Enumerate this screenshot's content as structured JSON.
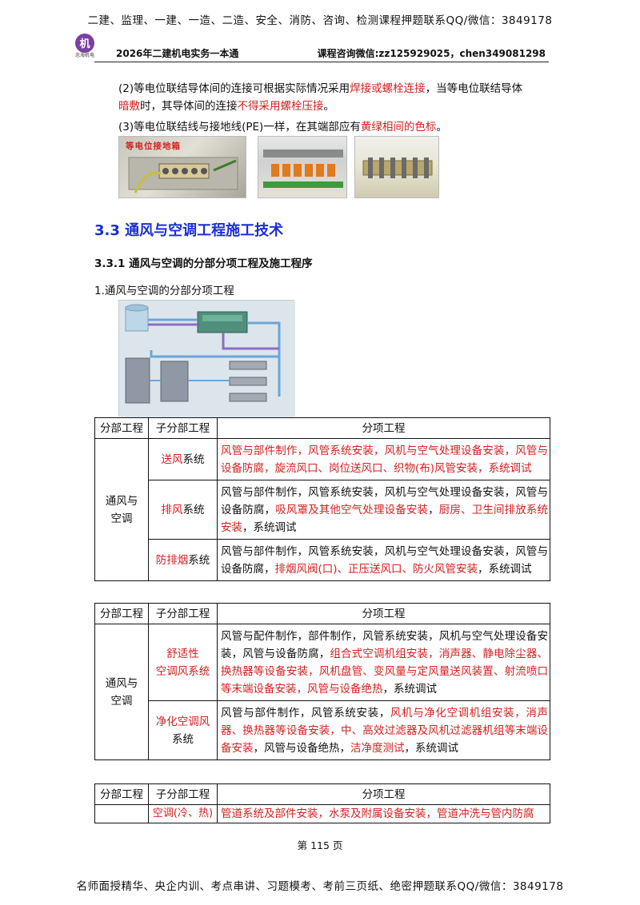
{
  "banner": {
    "top": "二建、监理、一建、一造、二造、安全、消防、咨询、检测课程押题联系QQ/微信：3849178",
    "bottom": "名师面授精华、央企内训、考点串讲、习题模考、考前三页纸、绝密押题联系QQ/微信：3849178"
  },
  "header": {
    "logo_text": "忠海机电",
    "left": "2026年二建机电实务一本通",
    "right": "课程咨询微信:zz125929025，chen349081298"
  },
  "paragraphs": {
    "p1": {
      "a": "(2)等电位联结导体间的连接可根据实际情况采用",
      "b": "焊接或螺栓连接",
      "c": "，当等电位联结导体",
      "d": "暗敷",
      "e": "时，其导体间的连接",
      "f": "不得采用螺栓压接",
      "g": "。"
    },
    "p2": {
      "a": "(3)等电位联结线与接地线(PE)一样，在其端部应有",
      "b": "黄绿相间的色标",
      "c": "。"
    }
  },
  "photos": {
    "photo1_label": "等电位接地箱"
  },
  "sections": {
    "s33": "3.3  通风与空调工程施工技术",
    "s331": "3.3.1  通风与空调的分部分项工程及施工程序",
    "sub1": "1.通风与空调的分部分项工程"
  },
  "tables": {
    "headers": {
      "col1": "分部工程",
      "col2": "子分部工程",
      "col3": "分项工程"
    },
    "t1": {
      "part": "通风与\n空调",
      "rows": [
        {
          "sub_red": "送风",
          "sub_black": "系统",
          "c_red": "风管与部件制作，风管系统安装，风机与空气处理设备安装，风管与设备防腐，旋流风口、岗位送风口、织物(布)风管安装，系统调试"
        },
        {
          "sub_red": "排风",
          "sub_black": "系统",
          "c_black1": "风管与部件制作，风管系统安装，风机与空气处理设备安装，风管与设备防腐，",
          "c_red": "吸风罩及其他空气处理设备安装",
          "c_black2": "，",
          "c_red2": "厨房、卫生间排放系统安装",
          "c_black3": "，系统调试"
        },
        {
          "sub_red": "防排烟",
          "sub_black": "系统",
          "c_black1": "风管与部件制作，风管系统安装，风机与空气处理设备安装，风管与设备防腐，",
          "c_red": "排烟风阀(口)、正压送风口、防火风管安装",
          "c_black2": "，系统调试"
        }
      ]
    },
    "t2": {
      "part": "通风与\n空调",
      "rows": [
        {
          "sub_red": "舒适性\n空调风系统",
          "c_black1": "风管与配件制作，部件制作，风管系统安装，风机与空气处理设备安装，风管与设备防腐，",
          "c_red": "组合式空调机组安装，消声器、静电除尘器、换热器等设备安装，风机盘管、变风量与定风量送风装置、射流喷口等末端设备安装，风管与设备绝热",
          "c_black2": "，系统调试"
        },
        {
          "sub_red": "净化空调风",
          "sub_black": "系统",
          "c_black1": "风管与部件制作，风管系统安装，",
          "c_red": "风机与净化空调机组安装，消声器、换热器等设备安装，中、高效过滤器及风机过滤器机组等末端设备安装",
          "c_black2": "，风管与设备绝热，",
          "c_red2": "洁净度测试",
          "c_black3": "，系统调试"
        }
      ]
    },
    "t3": {
      "rows": [
        {
          "sub_red": "空调(冷、热)",
          "c_red": "管道系统及部件安装，水泵及附属设备安装，管道冲洗与管内防腐"
        }
      ]
    }
  },
  "footer": {
    "page": "第 115 页"
  }
}
